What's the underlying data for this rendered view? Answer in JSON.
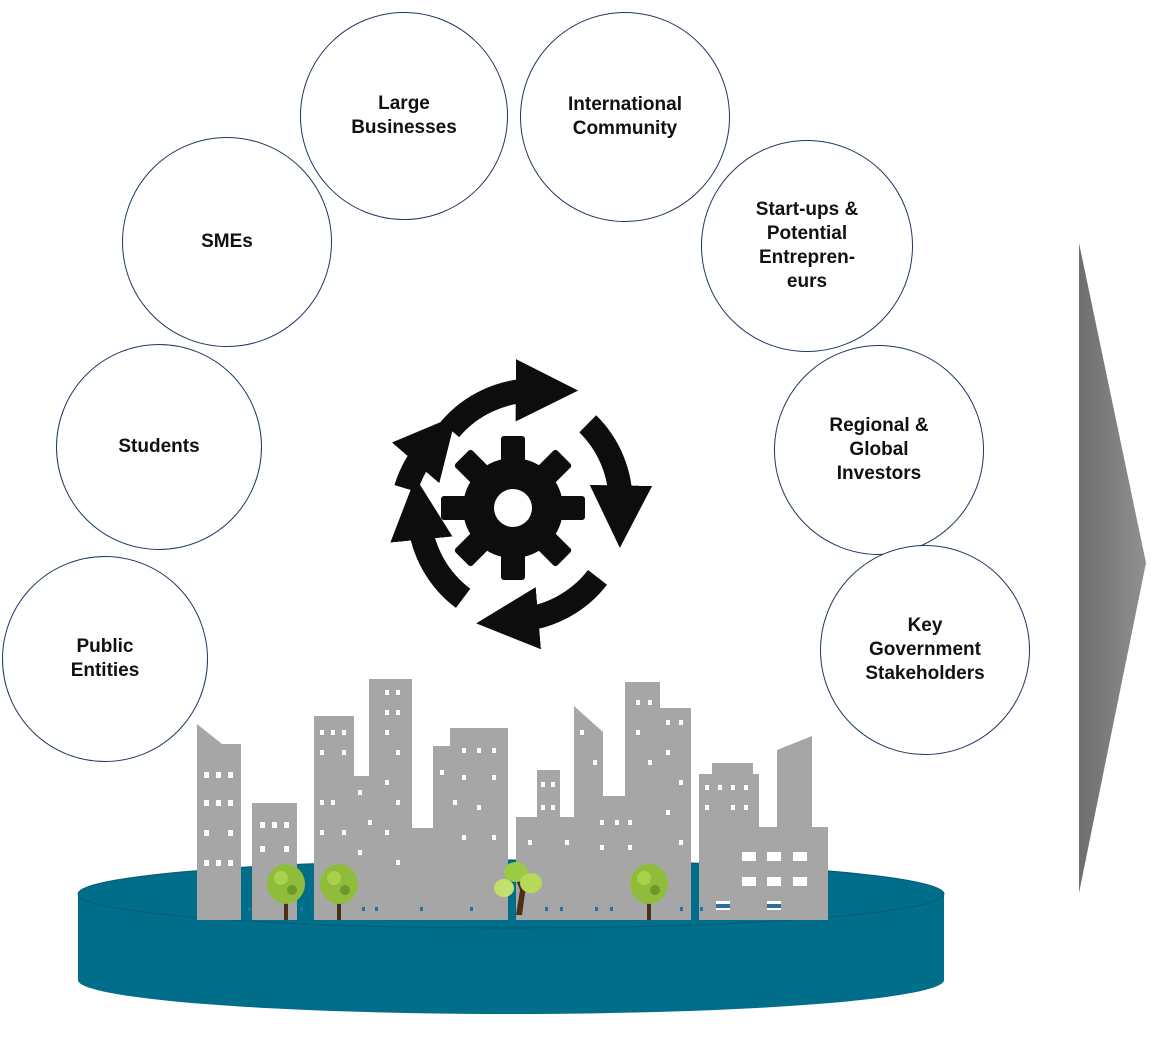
{
  "stakeholders": {
    "public_entities": "Public\nEntities",
    "students": "Students",
    "smes": "SMEs",
    "large_businesses": "Large\nBusinesses",
    "international_community": "International\nCommunity",
    "startups": "Start-ups &\nPotential\nEntrepren-\neurs",
    "investors": "Regional &\nGlobal\nInvestors",
    "government": "Key\nGovernment\nStakeholders"
  },
  "colors": {
    "circle_border": "#1f3864",
    "platform": "#006e8a",
    "buildings": "#a6a6a6",
    "arrow": "#808080",
    "cycle_icon": "#0d0d0d",
    "tree_foliage": "#8fbc3a"
  },
  "icons": [
    "cycle-gear-icon",
    "city-skyline",
    "tree-icon",
    "right-arrow"
  ]
}
